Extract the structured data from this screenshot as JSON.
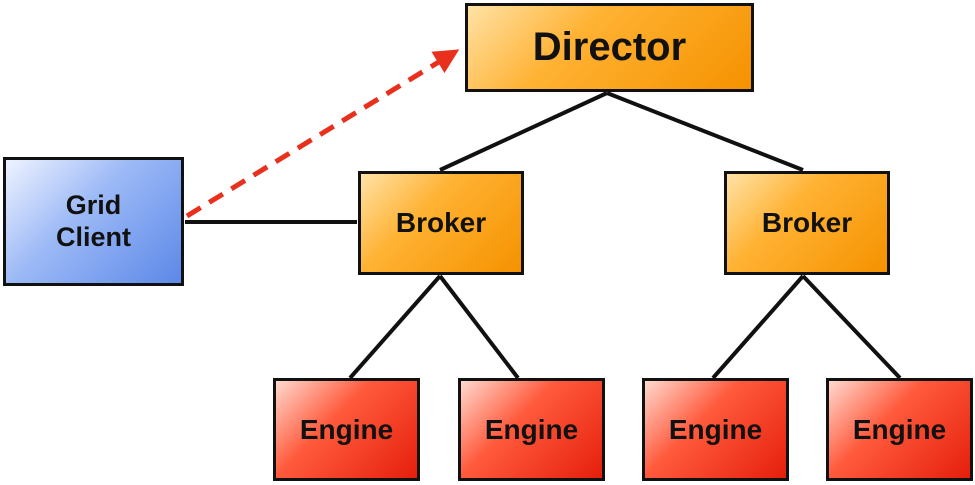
{
  "diagram": {
    "director": {
      "label": "Director",
      "color": "#f59200"
    },
    "grid_client": {
      "label": "Grid\nClient",
      "color": "#5c88e8"
    },
    "brokers": [
      {
        "label": "Broker"
      },
      {
        "label": "Broker"
      }
    ],
    "engines": [
      {
        "label": "Engine"
      },
      {
        "label": "Engine"
      },
      {
        "label": "Engine"
      },
      {
        "label": "Engine"
      }
    ],
    "broker_color": "#f59200",
    "engine_color": "#e51f0c",
    "dashed_arrow_color": "#e8301c",
    "connections": [
      {
        "from": "Director",
        "to": "Broker 1",
        "style": "solid"
      },
      {
        "from": "Director",
        "to": "Broker 2",
        "style": "solid"
      },
      {
        "from": "Grid Client",
        "to": "Broker 1",
        "style": "solid"
      },
      {
        "from": "Grid Client",
        "to": "Director",
        "style": "dashed-arrow"
      },
      {
        "from": "Broker 1",
        "to": "Engine 1",
        "style": "solid"
      },
      {
        "from": "Broker 1",
        "to": "Engine 2",
        "style": "solid"
      },
      {
        "from": "Broker 2",
        "to": "Engine 3",
        "style": "solid"
      },
      {
        "from": "Broker 2",
        "to": "Engine 4",
        "style": "solid"
      }
    ]
  }
}
